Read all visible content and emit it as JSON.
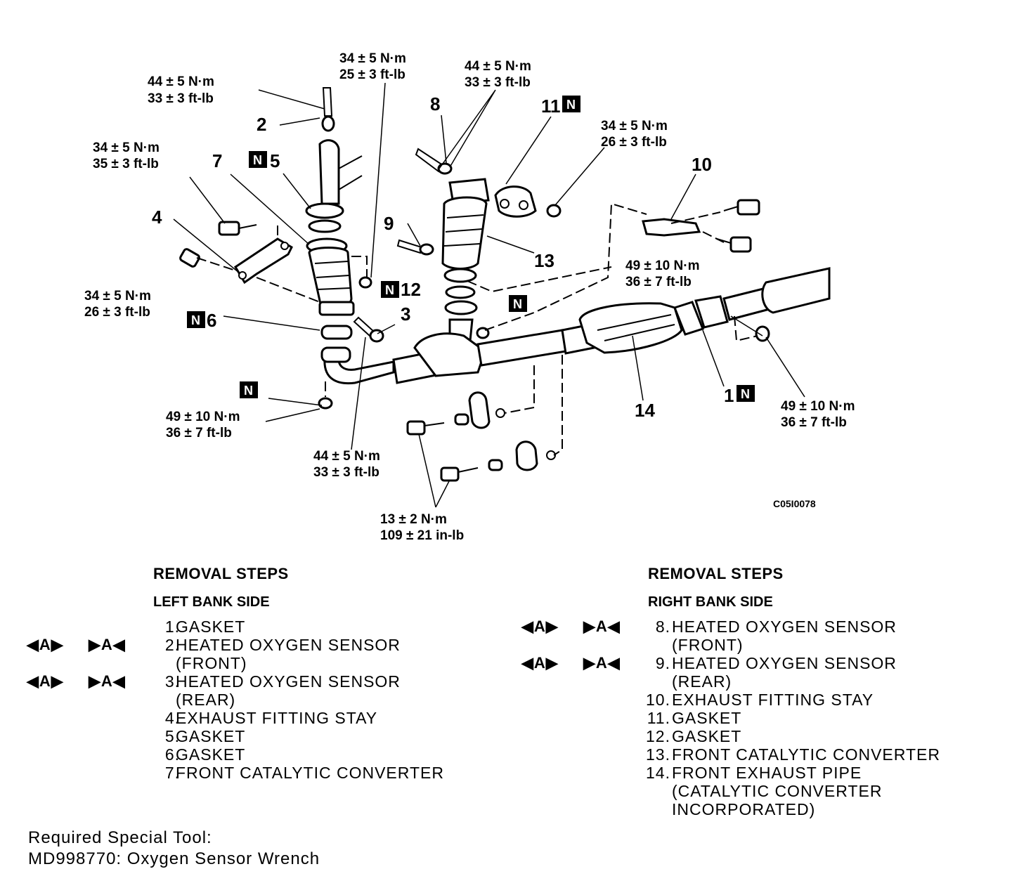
{
  "diagram": {
    "torques": {
      "t_sensor2": [
        "44 ± 5 N·m",
        "33 ± 3 ft-lb"
      ],
      "t_top_center": [
        "34 ± 5 N·m",
        "25 ± 3 ft-lb"
      ],
      "t_sensor8": [
        "44 ± 5 N·m",
        "33 ± 3 ft-lb"
      ],
      "t_nut_right": [
        "34 ± 5 N·m",
        "26 ± 3 ft-lb"
      ],
      "t_stay_left_upper": [
        "34 ± 5 N·m",
        "35 ± 3 ft-lb"
      ],
      "t_stay_left_lower": [
        "34 ± 5 N·m",
        "26 ± 3 ft-lb"
      ],
      "t_mid_nut": [
        "49 ± 10 N·m",
        "36 ± 7 ft-lb"
      ],
      "t_bottom_left_nut": [
        "49 ± 10 N·m",
        "36 ± 7 ft-lb"
      ],
      "t_sensor3": [
        "44 ± 5 N·m",
        "33 ± 3 ft-lb"
      ],
      "t_hanger_bolts": [
        "13 ± 2 N·m",
        "109 ± 21 in-lb"
      ],
      "t_rear_nut": [
        "49 ± 10 N·m",
        "36 ± 7 ft-lb"
      ]
    },
    "callouts": {
      "c1": "1",
      "c2": "2",
      "c3": "3",
      "c4": "4",
      "c5": "5",
      "c6": "6",
      "c7": "7",
      "c8": "8",
      "c9": "9",
      "c10": "10",
      "c11": "11",
      "c12": "12",
      "c13": "13",
      "c14": "14"
    },
    "new_part_mark": "N",
    "figure_code": "C05I0078"
  },
  "left_steps": {
    "heading": "REMOVAL STEPS",
    "side": "LEFT BANK SIDE",
    "items": [
      {
        "no": "1.",
        "lines": [
          "GASKET"
        ],
        "sym_a": "",
        "sym_b": ""
      },
      {
        "no": "2.",
        "lines": [
          "HEATED OXYGEN SENSOR",
          "(FRONT)"
        ],
        "sym_a": "◀A▶",
        "sym_b": "▶A◀"
      },
      {
        "no": "3.",
        "lines": [
          "HEATED OXYGEN SENSOR",
          "(REAR)"
        ],
        "sym_a": "◀A▶",
        "sym_b": "▶A◀"
      },
      {
        "no": "4.",
        "lines": [
          "EXHAUST FITTING STAY"
        ],
        "sym_a": "",
        "sym_b": ""
      },
      {
        "no": "5.",
        "lines": [
          "GASKET"
        ],
        "sym_a": "",
        "sym_b": ""
      },
      {
        "no": "6.",
        "lines": [
          "GASKET"
        ],
        "sym_a": "",
        "sym_b": ""
      },
      {
        "no": "7.",
        "lines": [
          "FRONT CATALYTIC CONVERTER"
        ],
        "sym_a": "",
        "sym_b": ""
      }
    ]
  },
  "right_steps": {
    "heading": "REMOVAL STEPS",
    "side": "RIGHT BANK SIDE",
    "items": [
      {
        "no": "8.",
        "lines": [
          "HEATED OXYGEN SENSOR",
          "(FRONT)"
        ],
        "sym_a": "◀A▶",
        "sym_b": "▶A◀"
      },
      {
        "no": "9.",
        "lines": [
          "HEATED OXYGEN SENSOR",
          "(REAR)"
        ],
        "sym_a": "◀A▶",
        "sym_b": "▶A◀"
      },
      {
        "no": "10.",
        "lines": [
          "EXHAUST FITTING STAY"
        ],
        "sym_a": "",
        "sym_b": ""
      },
      {
        "no": "11.",
        "lines": [
          "GASKET"
        ],
        "sym_a": "",
        "sym_b": ""
      },
      {
        "no": "12.",
        "lines": [
          "GASKET"
        ],
        "sym_a": "",
        "sym_b": ""
      },
      {
        "no": "13.",
        "lines": [
          "FRONT CATALYTIC CONVERTER"
        ],
        "sym_a": "",
        "sym_b": ""
      },
      {
        "no": "14.",
        "lines": [
          "FRONT EXHAUST PIPE",
          "(CATALYTIC CONVERTER",
          "INCORPORATED)"
        ],
        "sym_a": "",
        "sym_b": ""
      }
    ]
  },
  "tool": {
    "line1": "Required Special Tool:",
    "line2": "MD998770: Oxygen Sensor Wrench"
  }
}
